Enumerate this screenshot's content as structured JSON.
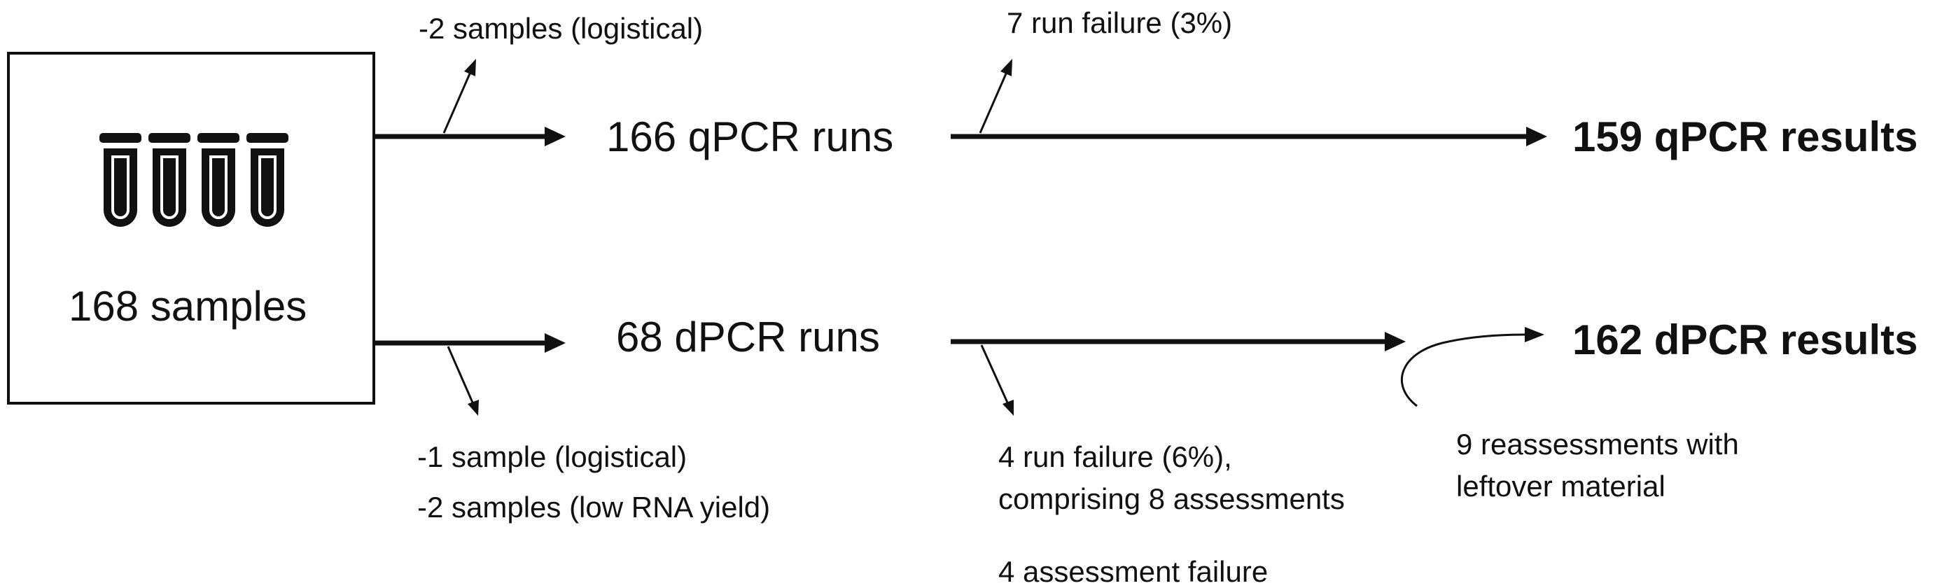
{
  "source_box": {
    "label": "168 samples",
    "icon": "test-tubes-icon"
  },
  "qpcr_branch": {
    "exclusion_note": "-2 samples (logistical)",
    "runs_label": "166 qPCR runs",
    "failure_note": "7 run failure (3%)",
    "result_label": "159 qPCR results"
  },
  "dpcr_branch": {
    "exclusion_notes": [
      "-1 sample (logistical)",
      "-2 samples (low RNA yield)"
    ],
    "runs_label": "68 dPCR runs",
    "failure_note_lines": [
      "4 run failure (6%),",
      "comprising 8 assessments"
    ],
    "assessment_failure_note": "4 assessment failure",
    "reassessment_note_lines": [
      "9 reassessments with",
      "leftover material"
    ],
    "result_label": "162 dPCR results"
  },
  "colors": {
    "stroke": "#111111",
    "text": "#111111",
    "background": "#ffffff"
  }
}
